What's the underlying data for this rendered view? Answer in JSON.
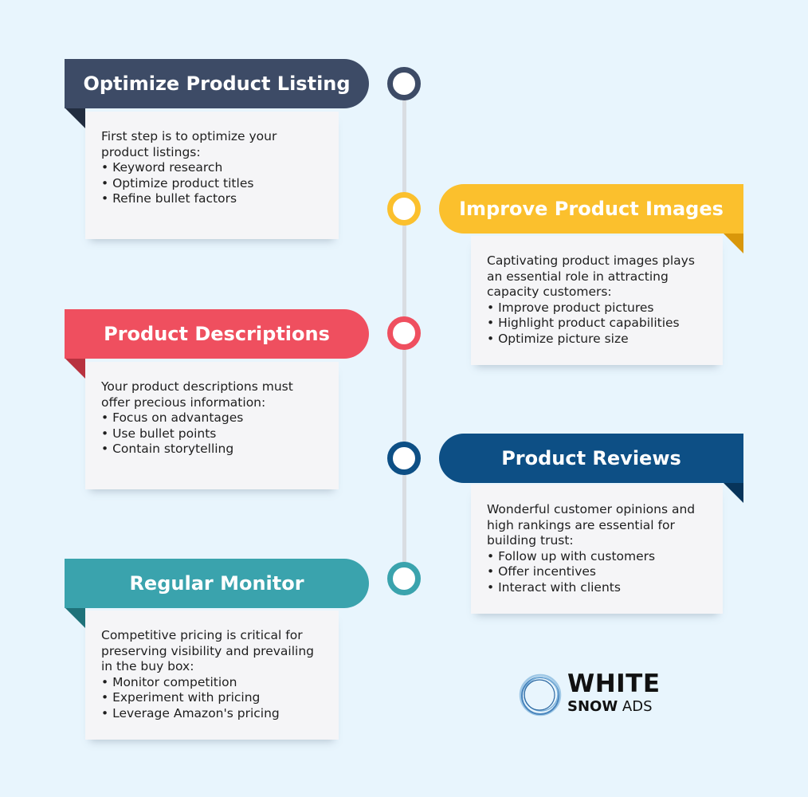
{
  "colors": {
    "background": "#e8f5fd",
    "navy": "#3d4b66",
    "yellow": "#fbc02d",
    "red": "#ef4f5f",
    "blue": "#0d4f85",
    "teal": "#3aa3ad"
  },
  "steps": [
    {
      "title": "Optimize Product Listing",
      "intro": "First step is to optimize your product listings:",
      "bullets": [
        "Keyword research",
        "Optimize product titles",
        "Refine bullet factors"
      ]
    },
    {
      "title": "Improve Product Images",
      "intro": "Captivating product images plays an essential role in attracting capacity customers:",
      "bullets": [
        "Improve product pictures",
        "Highlight product capabilities",
        "Optimize picture size"
      ]
    },
    {
      "title": "Product Descriptions",
      "intro": "Your product descriptions must offer precious information:",
      "bullets": [
        "Focus on advantages",
        "Use bullet points",
        "Contain storytelling"
      ]
    },
    {
      "title": "Product Reviews",
      "intro": "Wonderful customer opinions and high rankings are essential for building trust:",
      "bullets": [
        "Follow up with customers",
        "Offer incentives",
        "Interact with clients"
      ]
    },
    {
      "title": "Regular Monitor",
      "intro": "Competitive pricing is critical for preserving visibility and prevailing in the buy box:",
      "bullets": [
        "Monitor competition",
        "Experiment with pricing",
        "Leverage Amazon's pricing"
      ]
    }
  ],
  "logo": {
    "icon": "ring-logo-icon",
    "word1": "WHITE",
    "word2a": "SNOW",
    "word2b": "ADS"
  }
}
